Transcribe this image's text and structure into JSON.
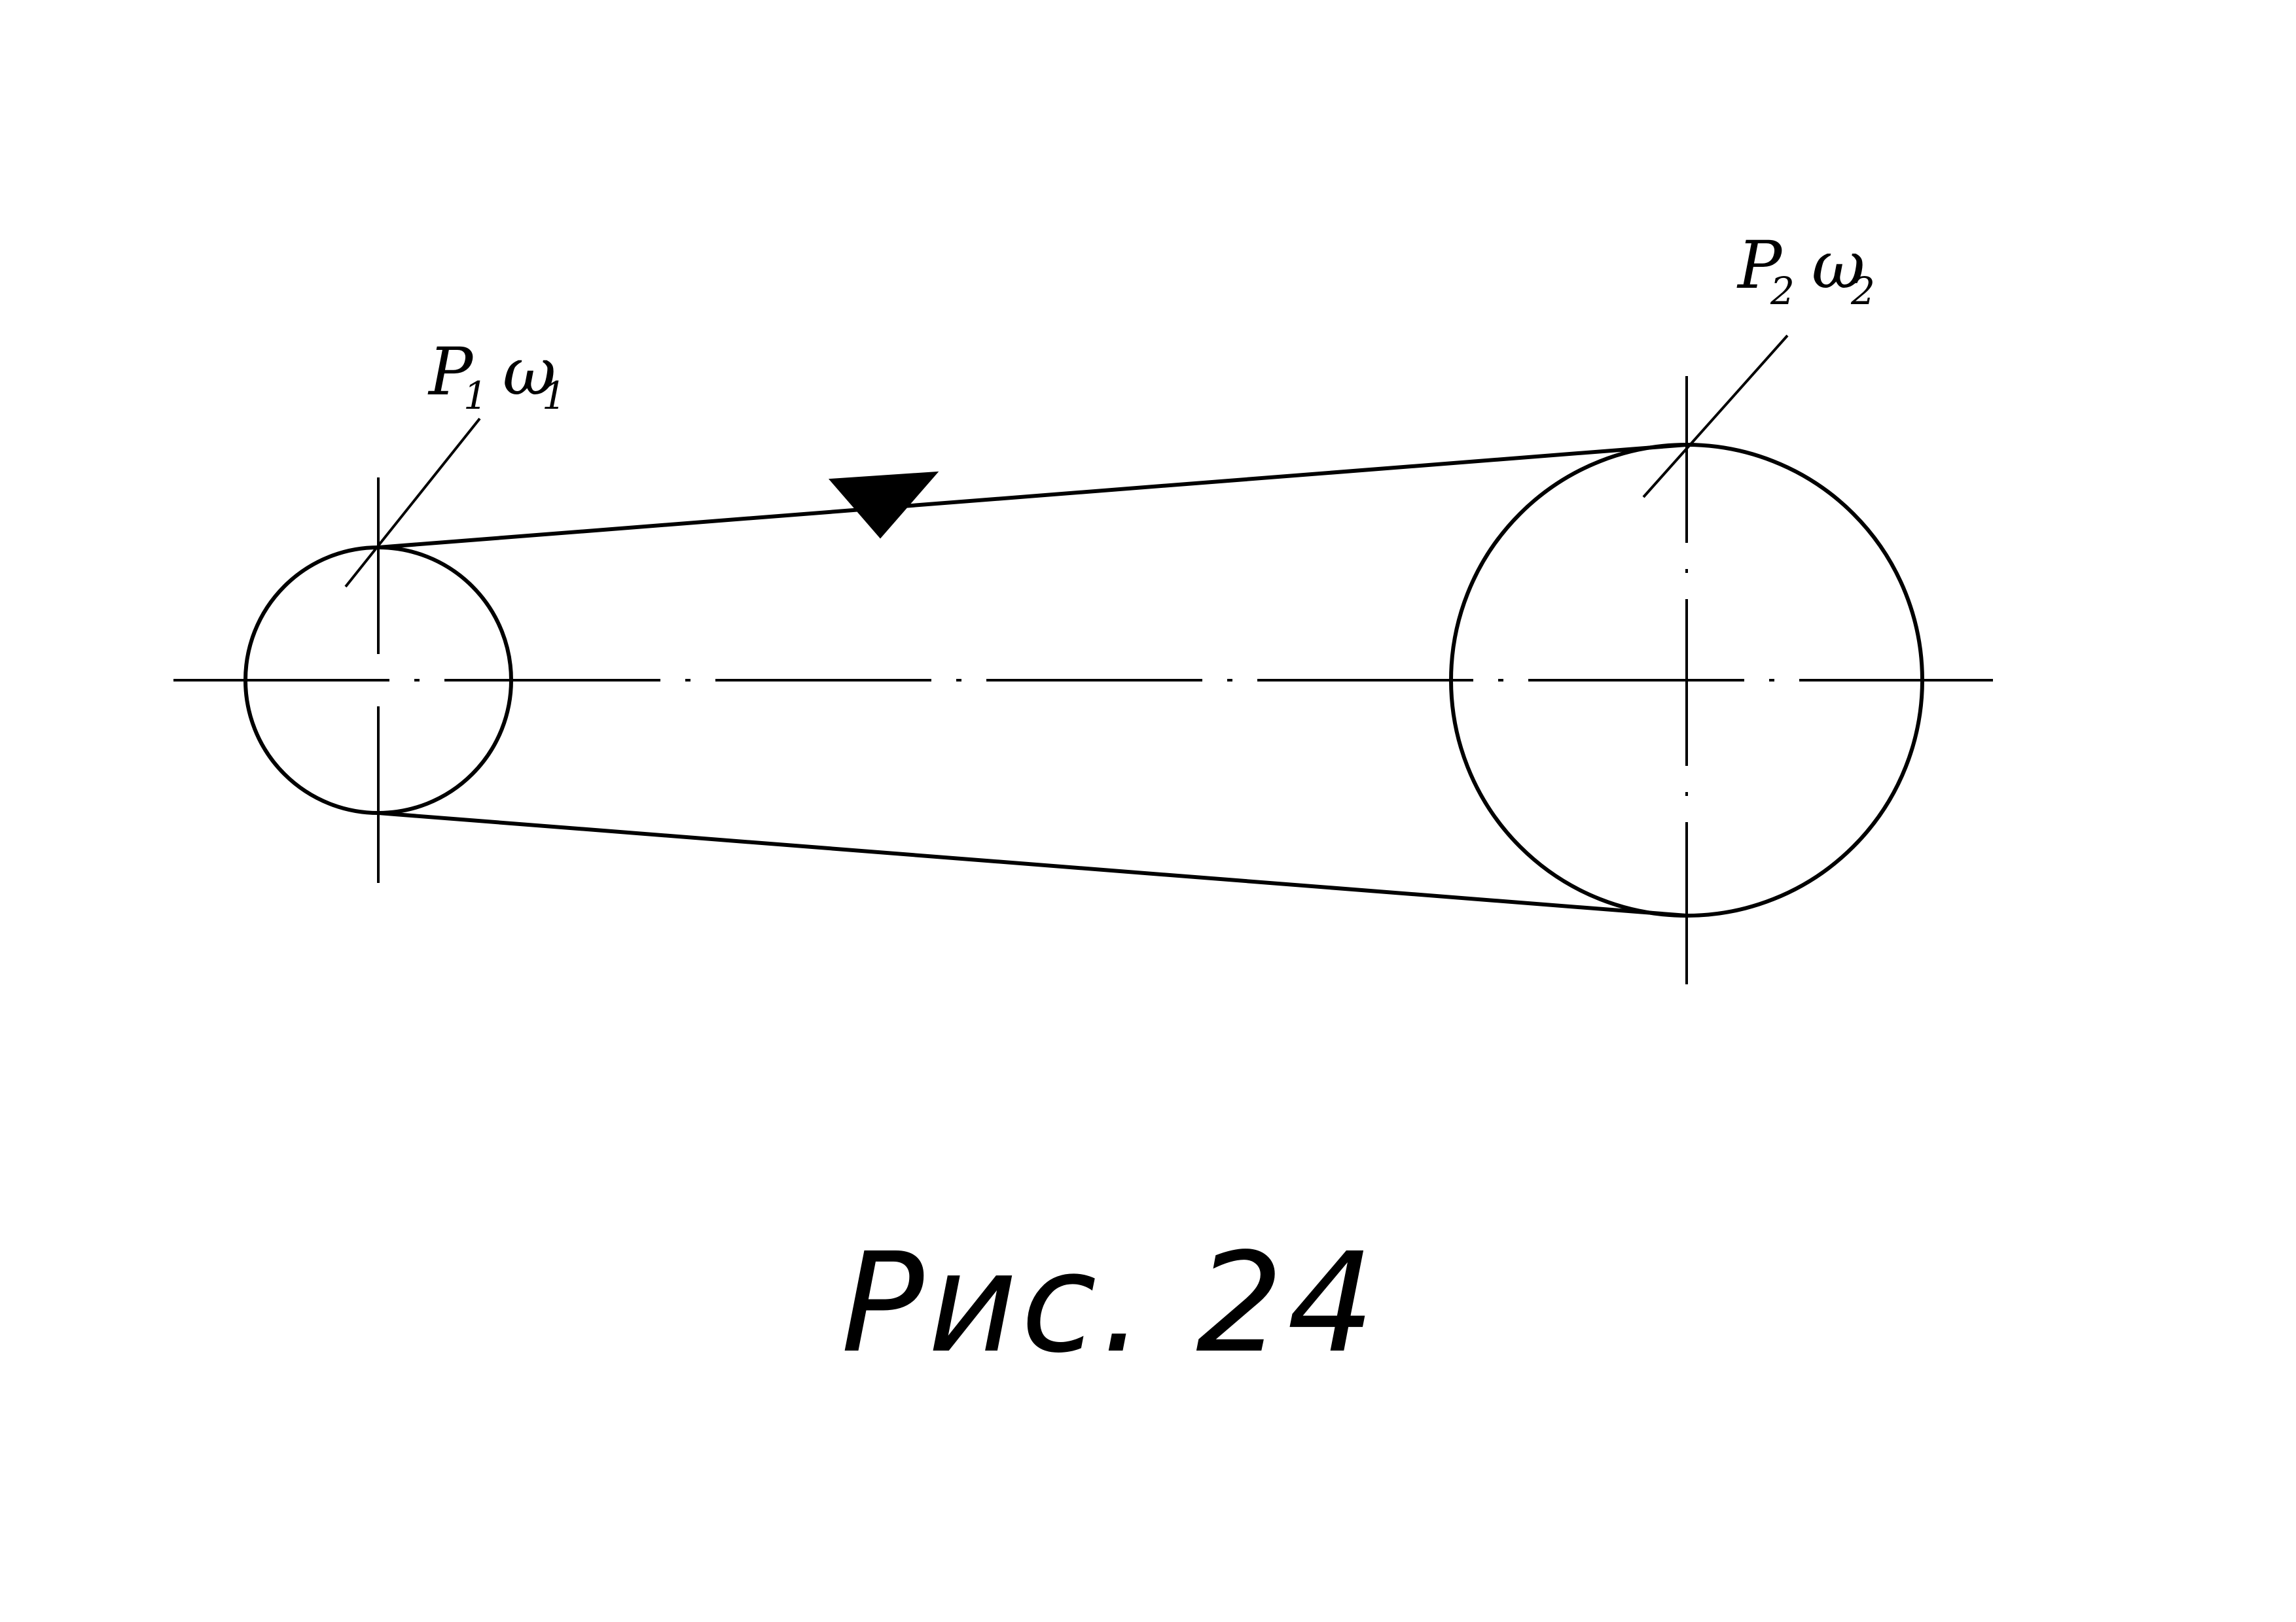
{
  "figure": {
    "caption": "Рис. 24"
  },
  "pulleys": [
    {
      "id": "driving",
      "symbol_p": "P",
      "sub_p": "1",
      "symbol_w": "ω",
      "sub_w": "1"
    },
    {
      "id": "driven",
      "symbol_p": "P",
      "sub_p": "2",
      "symbol_w": "ω",
      "sub_w": "2"
    }
  ],
  "belt": {
    "direction_arrow": "filled-triangle-arrow"
  },
  "colors": {
    "line": "#000000",
    "background": "#ffffff"
  }
}
